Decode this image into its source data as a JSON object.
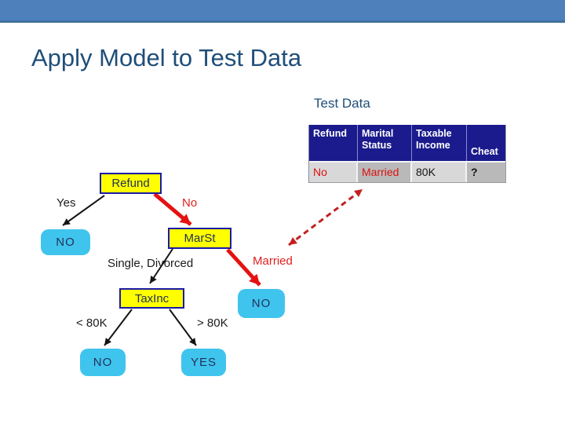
{
  "slide": {
    "title": "Apply Model to Test Data",
    "subtitle": "Test Data"
  },
  "test_table": {
    "columns": [
      {
        "label": "Refund"
      },
      {
        "label": "Marital\nStatus"
      },
      {
        "label": "Taxable\nIncome"
      },
      {
        "label": "Cheat"
      }
    ],
    "row": {
      "refund": "No",
      "marital_status": "Married",
      "taxable_income": "80K",
      "cheat": "?"
    }
  },
  "tree": {
    "nodes": {
      "root": "Refund",
      "marst": "MarSt",
      "taxinc": "TaxInc",
      "leaf_refund_yes": "NO",
      "leaf_married": "NO",
      "leaf_income_low": "NO",
      "leaf_income_high": "YES"
    },
    "edges": {
      "refund_yes": "Yes",
      "refund_no": "No",
      "marst_single_divorced": "Single, Divorced",
      "marst_married": "Married",
      "taxinc_low": "< 80K",
      "taxinc_high": "> 80K"
    }
  },
  "colors": {
    "accent-bar": "#4E80BC",
    "accent-bar-edge": "#40719E",
    "heading-text": "#1F4E79",
    "table-header-bg": "#1B1B8E",
    "table-header-text": "#FFFFFF",
    "cell-light": "#D8D8D8",
    "cell-dark": "#B9B9B9",
    "value-red": "#DD1111",
    "value-dark": "#141414",
    "node-yellow": "#FFFF00",
    "node-border": "#1A1AA6",
    "leaf-cyan": "#3FC4EE",
    "node-text": "#22325A",
    "edge-black": "#141414",
    "edge-red": "#E51212",
    "dashed-red": "#C32020",
    "label-red": "#E02020",
    "label-black": "#1B1B1B"
  }
}
